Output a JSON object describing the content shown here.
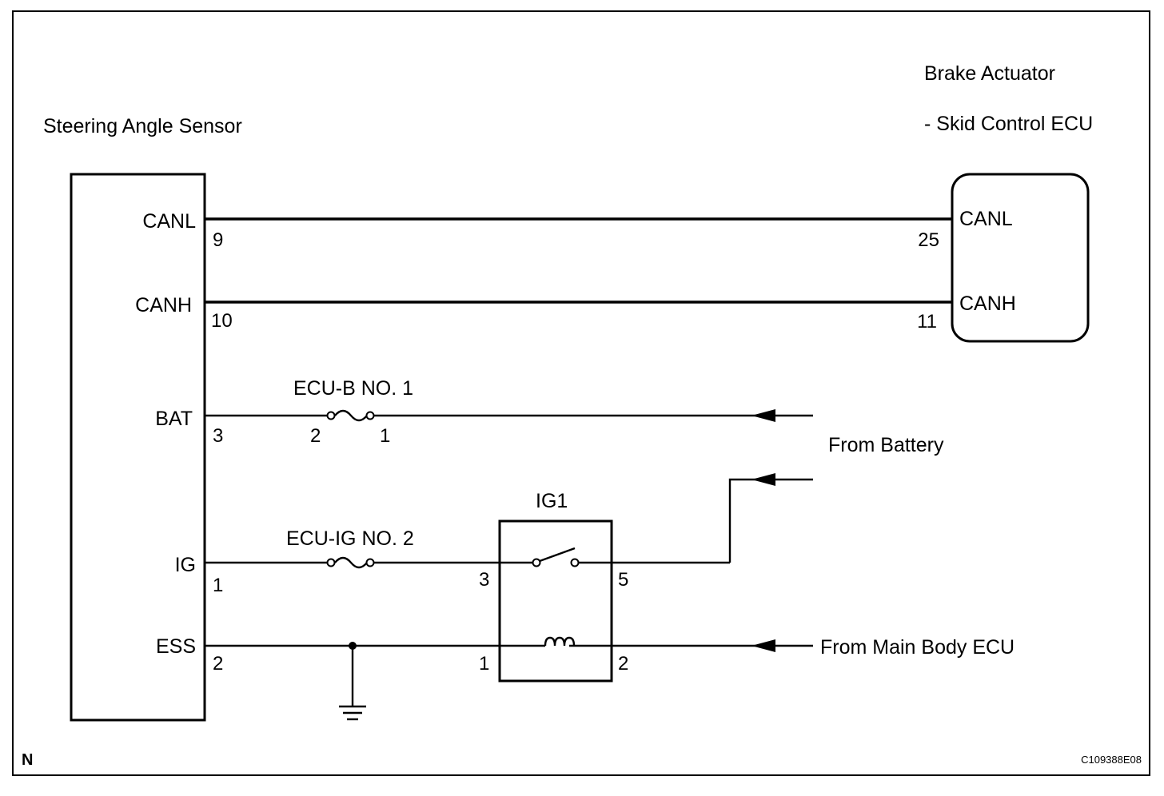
{
  "components": {
    "steering_sensor": {
      "title": "Steering Angle Sensor"
    },
    "brake_actuator": {
      "title_line1": "Brake Actuator",
      "title_line2": "- Skid Control ECU"
    },
    "relay": {
      "name": "IG1"
    }
  },
  "sensor_pins": {
    "canl": {
      "name": "CANL",
      "num": "9"
    },
    "canh": {
      "name": "CANH",
      "num": "10"
    },
    "bat": {
      "name": "BAT",
      "num": "3"
    },
    "ig": {
      "name": "IG",
      "num": "1"
    },
    "ess": {
      "name": "ESS",
      "num": "2"
    }
  },
  "actuator_pins": {
    "canl": {
      "name": "CANL",
      "num": "25"
    },
    "canh": {
      "name": "CANH",
      "num": "11"
    }
  },
  "fuses": {
    "ecu_b": {
      "name": "ECU-B NO. 1",
      "pin_left": "2",
      "pin_right": "1"
    },
    "ecu_ig": {
      "name": "ECU-IG NO. 2"
    }
  },
  "relay_pins": {
    "p3": "3",
    "p5": "5",
    "p1": "1",
    "p2": "2"
  },
  "sources": {
    "battery": "From Battery",
    "main_body": "From Main Body ECU"
  },
  "corner": {
    "left": "N",
    "right": "C109388E08"
  }
}
